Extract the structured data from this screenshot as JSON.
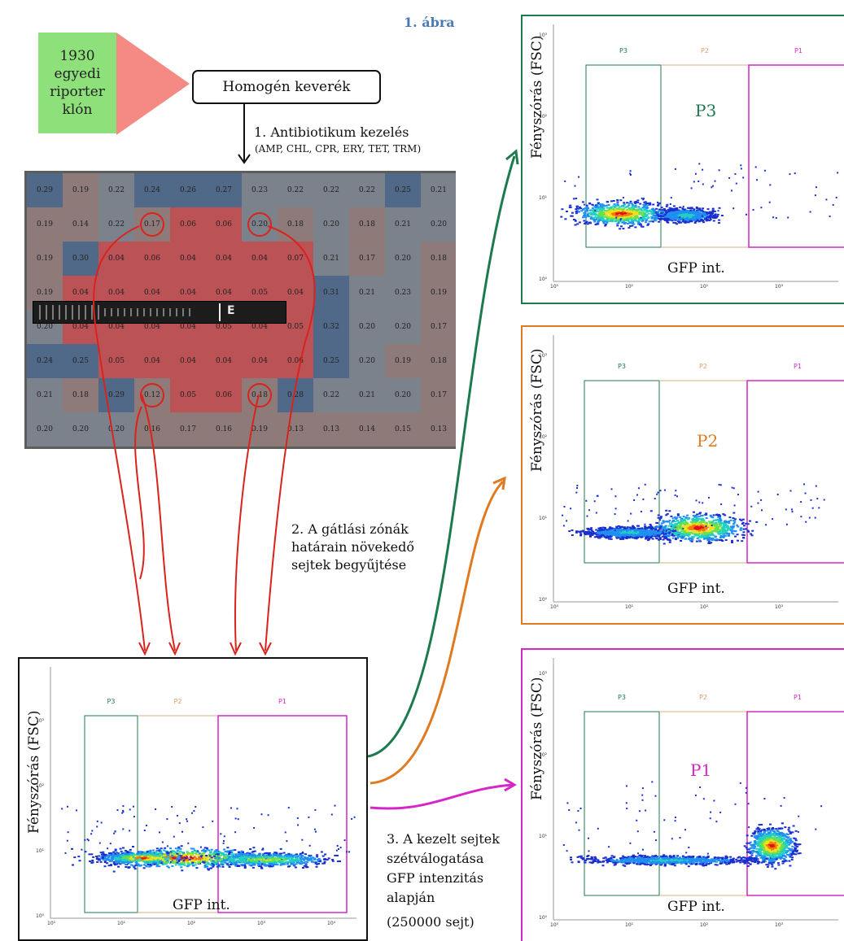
{
  "figure_label": "1. ábra",
  "clones_box": {
    "lines": [
      "1930",
      "egyedi",
      "riporter",
      "klón"
    ]
  },
  "mixture_label": "Homogén keverék",
  "step1": {
    "title": "1. Antibiotikum kezelés",
    "drugs": "(AMP, CHL, CPR, ERY, TET, TRM)"
  },
  "step2": {
    "lines": [
      "2. A gátlási zónák",
      "határain növekedő",
      "sejtek begyűjtése"
    ]
  },
  "step3": {
    "lines": [
      "3. A kezelt sejtek",
      "szétválogatása",
      "GFP intenzitás",
      "alapján",
      "(250000 sejt)"
    ]
  },
  "plate": {
    "ruler_brand": "E",
    "values": [
      [
        "0.29",
        "0.19",
        "0.22",
        "0.24",
        "0.26",
        "0.27",
        "0.23",
        "0.22",
        "0.22",
        "0.22",
        "0.25",
        "0.21"
      ],
      [
        "0.19",
        "0.14",
        "0.22",
        "0.17",
        "0.06",
        "0.06",
        "0.20",
        "0.18",
        "0.20",
        "0.18",
        "0.21",
        "0.20"
      ],
      [
        "0.19",
        "0.30",
        "0.04",
        "0.06",
        "0.04",
        "0.04",
        "0.04",
        "0.07",
        "0.21",
        "0.17",
        "0.20",
        "0.18"
      ],
      [
        "0.19",
        "0.04",
        "0.04",
        "0.04",
        "0.04",
        "0.04",
        "0.05",
        "0.04",
        "0.31",
        "0.21",
        "0.23",
        "0.19"
      ],
      [
        "0.20",
        "0.04",
        "0.04",
        "0.04",
        "0.04",
        "0.05",
        "0.04",
        "0.05",
        "0.32",
        "0.20",
        "0.20",
        "0.17"
      ],
      [
        "0.24",
        "0.25",
        "0.05",
        "0.04",
        "0.04",
        "0.04",
        "0.04",
        "0.06",
        "0.25",
        "0.20",
        "0.19",
        "0.18"
      ],
      [
        "0.21",
        "0.18",
        "0.29",
        "0.12",
        "0.05",
        "0.06",
        "0.18",
        "0.28",
        "0.22",
        "0.21",
        "0.20",
        "0.17"
      ],
      [
        "0.20",
        "0.20",
        "0.20",
        "0.16",
        "0.17",
        "0.16",
        "0.19",
        "0.13",
        "0.13",
        "0.14",
        "0.15",
        "0.13"
      ]
    ],
    "circled": [
      [
        1,
        3
      ],
      [
        1,
        6
      ],
      [
        6,
        3
      ],
      [
        6,
        6
      ]
    ]
  },
  "flow_plots": {
    "ylabel": "Fényszórás (FSC)",
    "xlabel": "GFP int.",
    "gates": [
      "P3",
      "P2",
      "P1"
    ],
    "x_ticks": [
      "10⁰",
      "10¹",
      "10²",
      "10³",
      "10⁴"
    ],
    "y_ticks": [
      "10⁰",
      "10¹",
      "10²",
      "10³"
    ],
    "big_labels": {
      "P3": "P3",
      "P2": "P2",
      "P1": "P1"
    }
  },
  "colors": {
    "green_box": "#8ee07a",
    "triangle": "#f58a84",
    "arrow_red": "#d9231c",
    "p3": "#1c7a4c",
    "p2": "#e07a20",
    "p1": "#d626c8",
    "title": "#4a7ab5"
  }
}
